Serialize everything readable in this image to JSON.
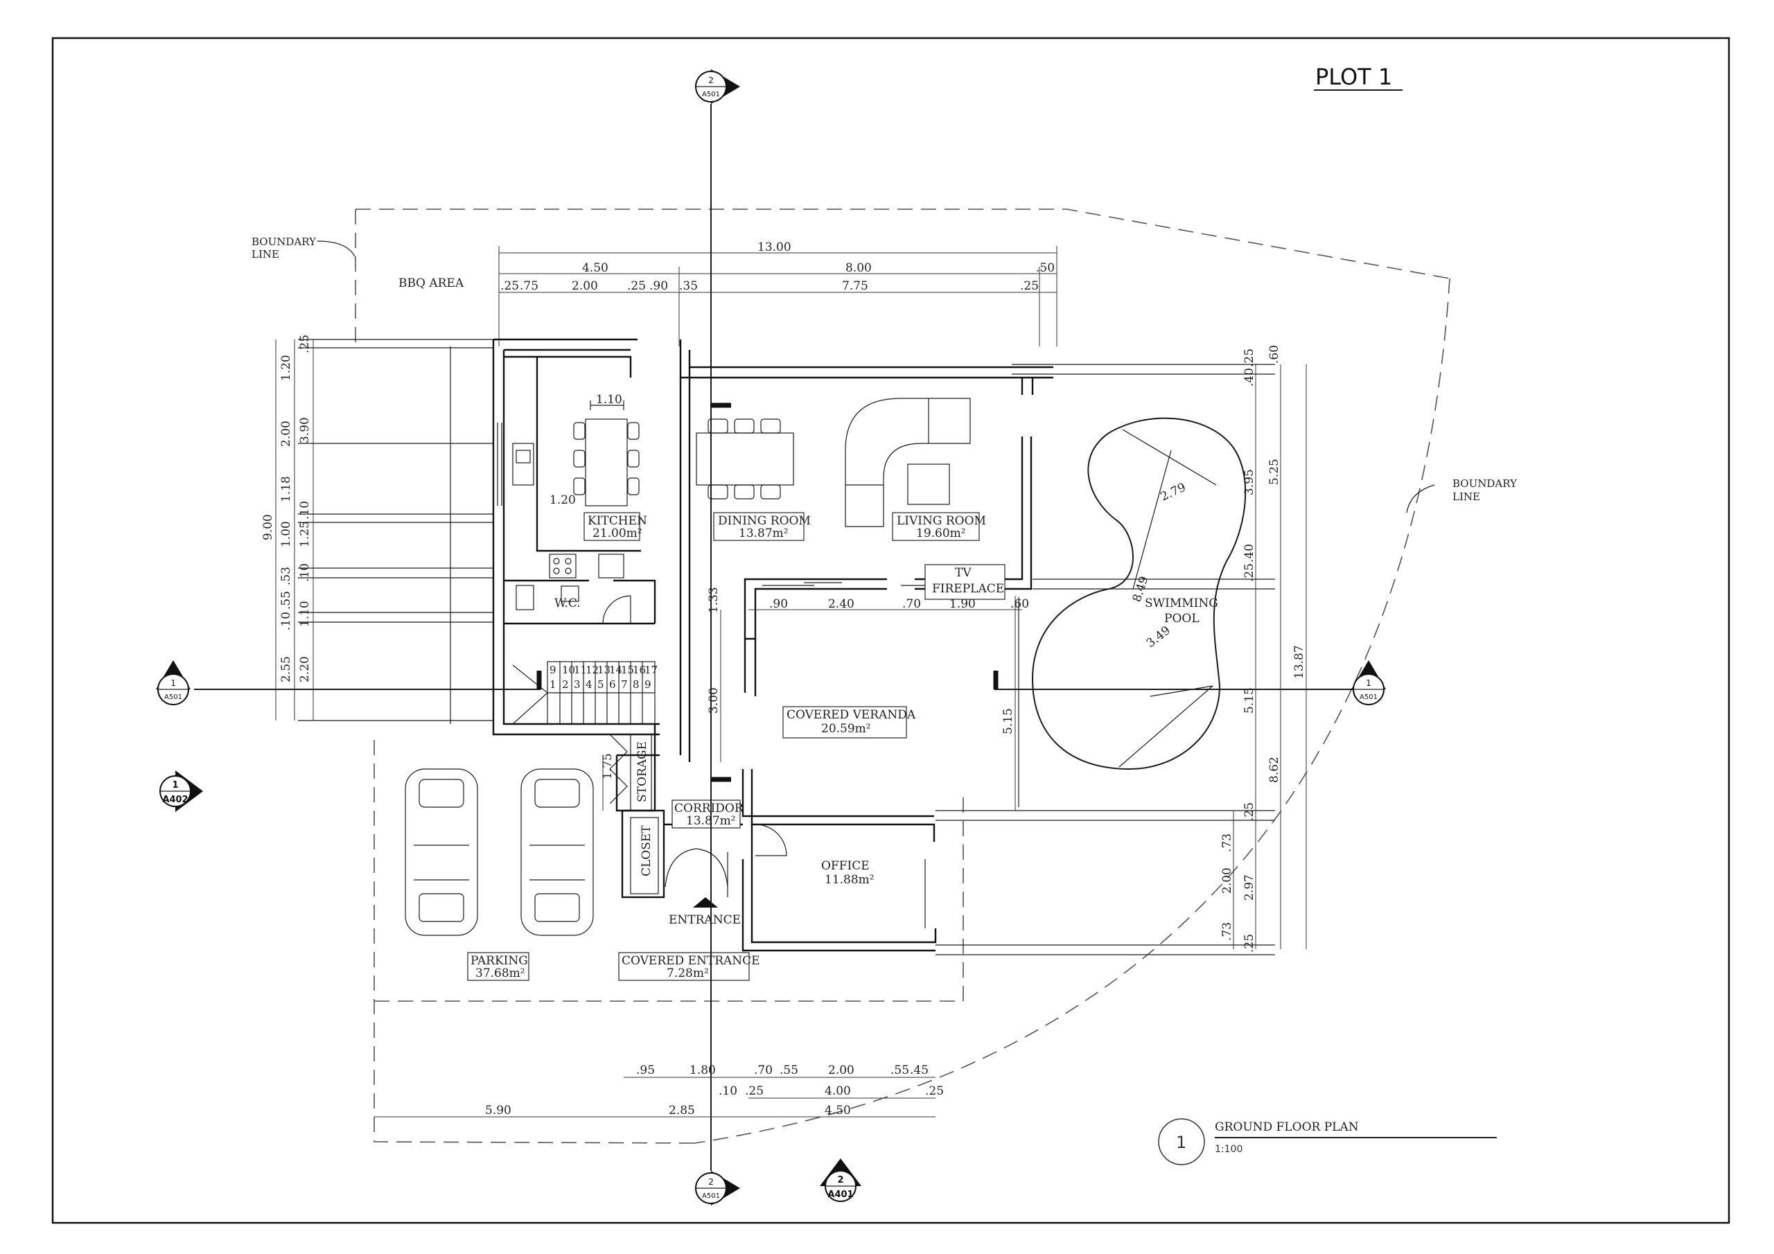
{
  "title": "PLOT 1",
  "sheet": {
    "title": "GROUND FLOOR PLAN",
    "scale": "1:100",
    "number": "1"
  },
  "boundary_label": "BOUNDARY\nLINE",
  "areas": {
    "bbq": "BBQ AREA",
    "wc": "W.C.",
    "fireplace_top": "TV",
    "fireplace_bottom": "FIREPLACE",
    "swimming_top": "SWIMMING",
    "swimming_bottom": "POOL",
    "storage": "STORAGE",
    "closet": "CLOSET",
    "entrance": "ENTRANCE"
  },
  "rooms": [
    {
      "name": "KITCHEN",
      "area": "21.00m²"
    },
    {
      "name": "DINING ROOM",
      "area": "13.87m²"
    },
    {
      "name": "LIVING ROOM",
      "area": "19.60m²"
    },
    {
      "name": "COVERED VERANDA",
      "area": "20.59m²"
    },
    {
      "name": "CORRIDOR",
      "area": "13.87m²"
    },
    {
      "name": "OFFICE",
      "area": "11.88m²"
    },
    {
      "name": "PARKING",
      "area": "37.68m²"
    },
    {
      "name": "COVERED ENTRANCE",
      "area": "7.28m²"
    }
  ],
  "section_markers": [
    {
      "num": "2",
      "sheet": "A501"
    },
    {
      "num": "1",
      "sheet": "A501"
    },
    {
      "num": "1",
      "sheet": "A501"
    },
    {
      "num": "1",
      "sheet": "A402"
    },
    {
      "num": "2",
      "sheet": "A501"
    },
    {
      "num": "2",
      "sheet": "A401"
    }
  ],
  "dims_top": [
    "13.00",
    "4.50",
    "8.00",
    ".50",
    ".25",
    ".75",
    "2.00",
    ".25",
    ".90",
    ".35",
    "7.75",
    ".25"
  ],
  "dims_left": [
    "9.00",
    "1.20",
    "2.00",
    "3.90",
    "1.18",
    "1.00",
    "1.25",
    ".10",
    ".55",
    ".53",
    "1.10",
    ".10",
    ".10",
    "2.55",
    "2.20",
    ".25"
  ],
  "dims_right": [
    "3.95",
    "5.25",
    "13.87",
    ".40",
    ".25",
    ".60",
    ".25",
    ".40",
    "5.15",
    "8.62",
    "2.97",
    "2.00",
    ".73",
    ".73",
    ".25",
    ".25"
  ],
  "dims_bottom": [
    ".95",
    "1.80",
    ".70",
    ".55",
    "2.00",
    ".55",
    ".45",
    ".10",
    ".25",
    "4.00",
    ".25",
    "4.50",
    "5.90",
    "2.85"
  ],
  "dims_interior": [
    "1.10",
    "1.20",
    "1.33",
    "3.00",
    "1.75",
    ".90",
    "2.40",
    ".70",
    "1.90",
    ".60",
    "5.15",
    "2.79",
    "8.49",
    "3.49"
  ],
  "stair_numbers": [
    "9",
    "10",
    "11",
    "12",
    "13",
    "14",
    "15",
    "16",
    "17",
    "1",
    "2",
    "3",
    "4",
    "5",
    "6",
    "7",
    "8",
    "9"
  ]
}
